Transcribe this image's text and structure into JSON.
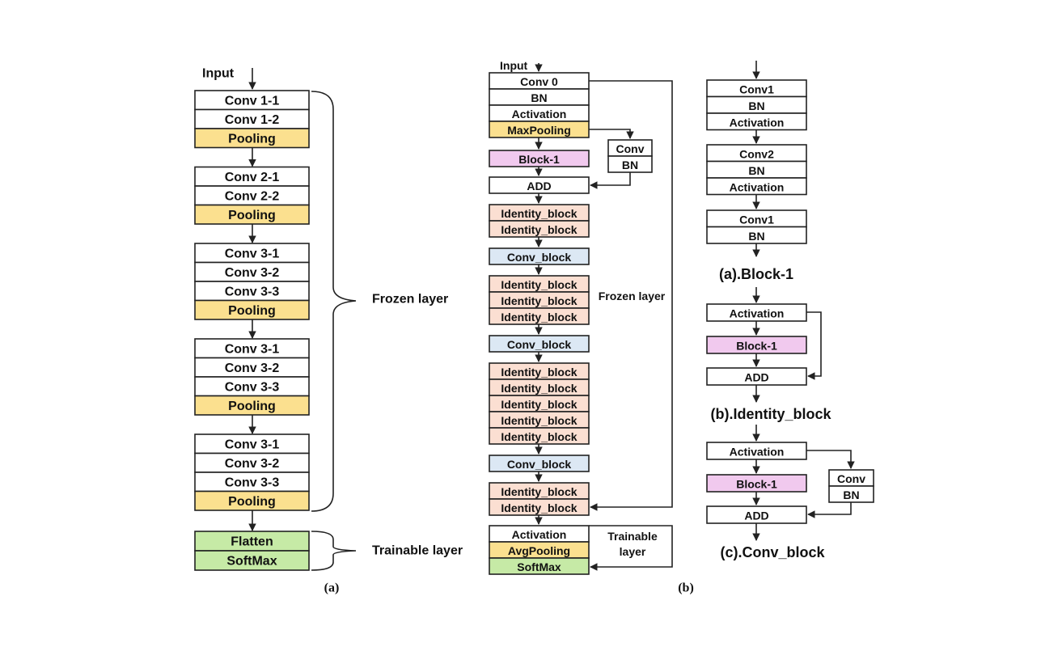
{
  "colors": {
    "white": "#ffffff",
    "pooling": "#fbe08f",
    "trainable": "#c6eaa6",
    "block1": "#f1c9ee",
    "identity": "#fbdfd2",
    "convblock": "#dce8f4"
  },
  "a": {
    "input": "Input",
    "groups": [
      [
        "Conv 1-1",
        "Conv 1-2",
        "Pooling"
      ],
      [
        "Conv 2-1",
        "Conv 2-2",
        "Pooling"
      ],
      [
        "Conv 3-1",
        "Conv 3-2",
        "Conv 3-3",
        "Pooling"
      ],
      [
        "Conv 3-1",
        "Conv 3-2",
        "Conv 3-3",
        "Pooling"
      ],
      [
        "Conv 3-1",
        "Conv 3-2",
        "Conv 3-3",
        "Pooling"
      ]
    ],
    "trainable": [
      "Flatten",
      "SoftMax"
    ],
    "frozen_label": "Frozen layer",
    "trainable_label": "Trainable layer",
    "caption": "(a)"
  },
  "b": {
    "input": "Input",
    "stem": [
      "Conv 0",
      "BN",
      "Activation",
      "MaxPooling"
    ],
    "block1": "Block-1",
    "shortcut": [
      "Conv",
      "BN"
    ],
    "add": "ADD",
    "identity": "Identity_block",
    "conv_block": "Conv_block",
    "head": [
      "Activation",
      "AvgPooling",
      "SoftMax"
    ],
    "frozen_label": "Frozen layer",
    "trainable_label": "Trainable layer",
    "caption": "(b)"
  },
  "c": {
    "block1_rows": [
      [
        "Conv1",
        "BN",
        "Activation"
      ],
      [
        "Conv2",
        "BN",
        "Activation"
      ],
      [
        "Conv1",
        "BN"
      ]
    ],
    "block1_title": "(a).Block-1",
    "activation": "Activation",
    "block1": "Block-1",
    "add": "ADD",
    "identity_title": "(b).Identity_block",
    "shortcut": [
      "Conv",
      "BN"
    ],
    "conv_title": "(c).Conv_block"
  }
}
